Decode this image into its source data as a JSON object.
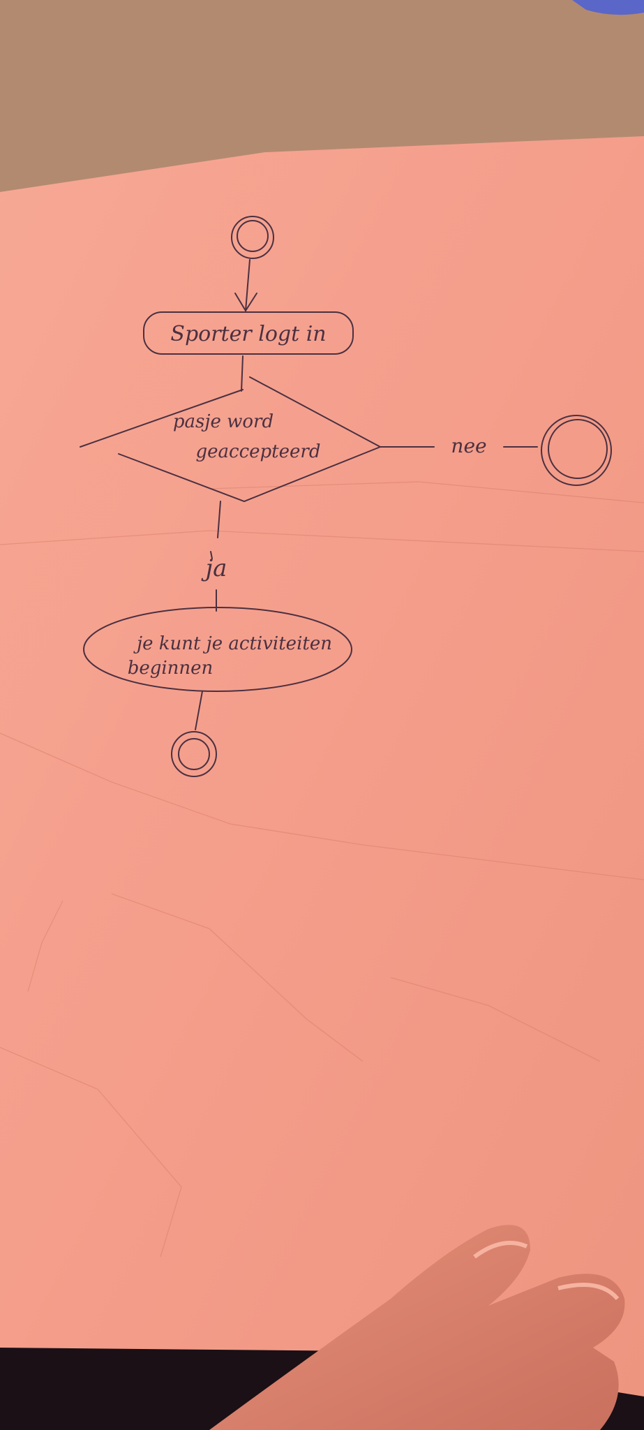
{
  "diagram": {
    "type": "activity-diagram",
    "nodes": {
      "start": {
        "kind": "start"
      },
      "login": {
        "kind": "action",
        "label": "Sporter logt in"
      },
      "decision": {
        "kind": "decision",
        "label_line1": "pasje word",
        "label_line2": "geaccepteerd"
      },
      "end_no": {
        "kind": "end"
      },
      "activities": {
        "kind": "action",
        "label_line1": "je kunt je activiteiten",
        "label_line2": "beginnen"
      },
      "end_yes": {
        "kind": "end"
      }
    },
    "edges": {
      "no_label": "nee",
      "yes_label": "ja"
    }
  },
  "colors": {
    "paper": "#f4a190",
    "ink": "#4a3040",
    "background_top": "#b08b6f"
  }
}
